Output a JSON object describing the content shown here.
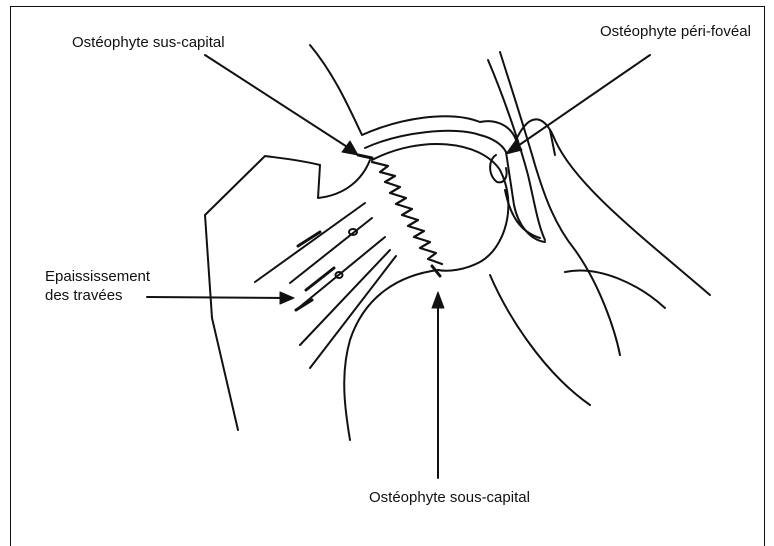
{
  "figure": {
    "labels": {
      "osteophyte_sus_capital": "Ostéophyte sus-capital",
      "osteophyte_peri_foveal": "Ostéophyte péri-fovéal",
      "epaississement_line1": "Epaississement",
      "epaississement_line2": "des travées",
      "osteophyte_sous_capital": "Ostéophyte sous-capital"
    },
    "colors": {
      "line": "#111111",
      "background": "#ffffff"
    }
  }
}
